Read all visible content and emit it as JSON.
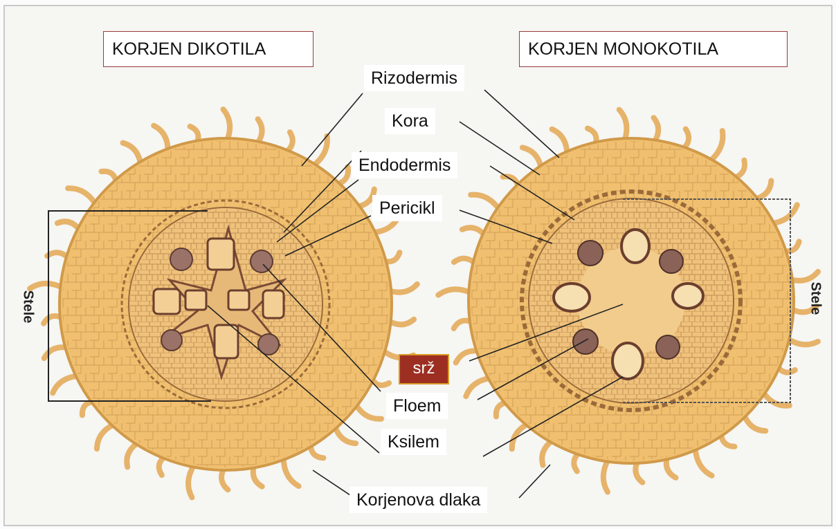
{
  "titles": {
    "dicot": "KORJEN DIKOTILA",
    "monocot": "KORJEN MONOKOTILA"
  },
  "labels": {
    "rizodermis": "Rizodermis",
    "kora": "Kora",
    "endodermis": "Endodermis",
    "pericikl": "Pericikl",
    "srz": "srž",
    "floem": "Floem",
    "ksilem": "Ksilem",
    "korjenova_dlaka": "Korjenova dlaka"
  },
  "stele_label": "Stele",
  "colors": {
    "cortex": "#f0c070",
    "cortex_light": "#f6d69a",
    "cell_line": "#b07a3a",
    "hair": "#e8b86a",
    "vascular": "#8a5a4a",
    "srz_bg": "#9c2e22",
    "srz_border": "#d99a25",
    "title_border": "#9a3a3a"
  }
}
